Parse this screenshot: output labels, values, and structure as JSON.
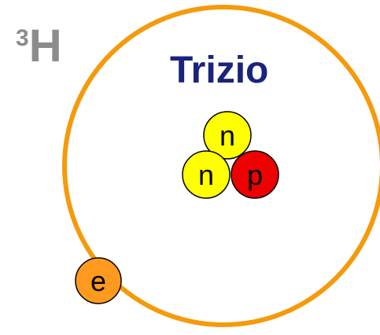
{
  "isotope": {
    "mass_number": "3",
    "symbol": "H"
  },
  "title": "Trizio",
  "particles": {
    "neutron_top_label": "n",
    "neutron_left_label": "n",
    "proton_label": "p",
    "electron_label": "e"
  },
  "colors": {
    "orbit": "#f59a0b",
    "neutron": "#ffff00",
    "proton": "#ee0000",
    "electron": "#ff9a1e",
    "title": "#1a237e",
    "isotope": "#8c8c8c",
    "outline": "#000000"
  }
}
